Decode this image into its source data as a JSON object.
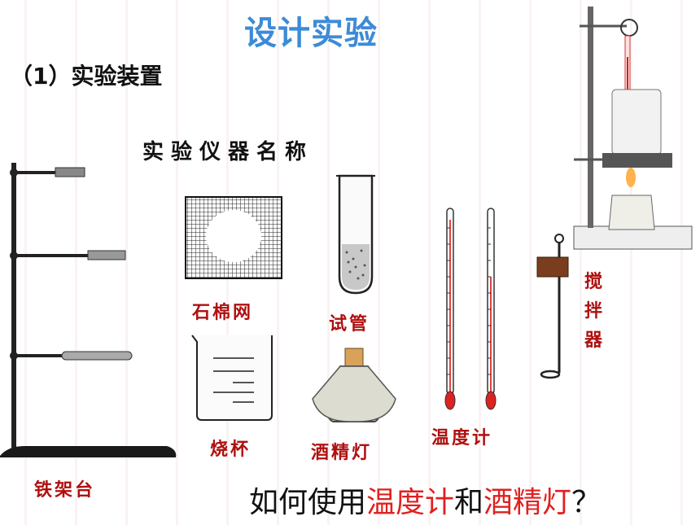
{
  "title": "设计实验",
  "section": "（1）实验装置",
  "instruments_title": "实验仪器名称",
  "labels": {
    "asbestos_net": "石棉网",
    "test_tube": "试管",
    "beaker": "烧杯",
    "alcohol_lamp": "酒精灯",
    "thermometer": "温度计",
    "iron_stand": "铁架台",
    "stirrer_chars": [
      "搅",
      "拌",
      "器"
    ]
  },
  "question": {
    "part1": "如何使用",
    "highlight1": "温度计",
    "part2": "和",
    "highlight2": "酒精灯",
    "part3": "？"
  },
  "colors": {
    "title": "#3d8bd6",
    "label": "#b01010",
    "highlight": "#e02020"
  }
}
